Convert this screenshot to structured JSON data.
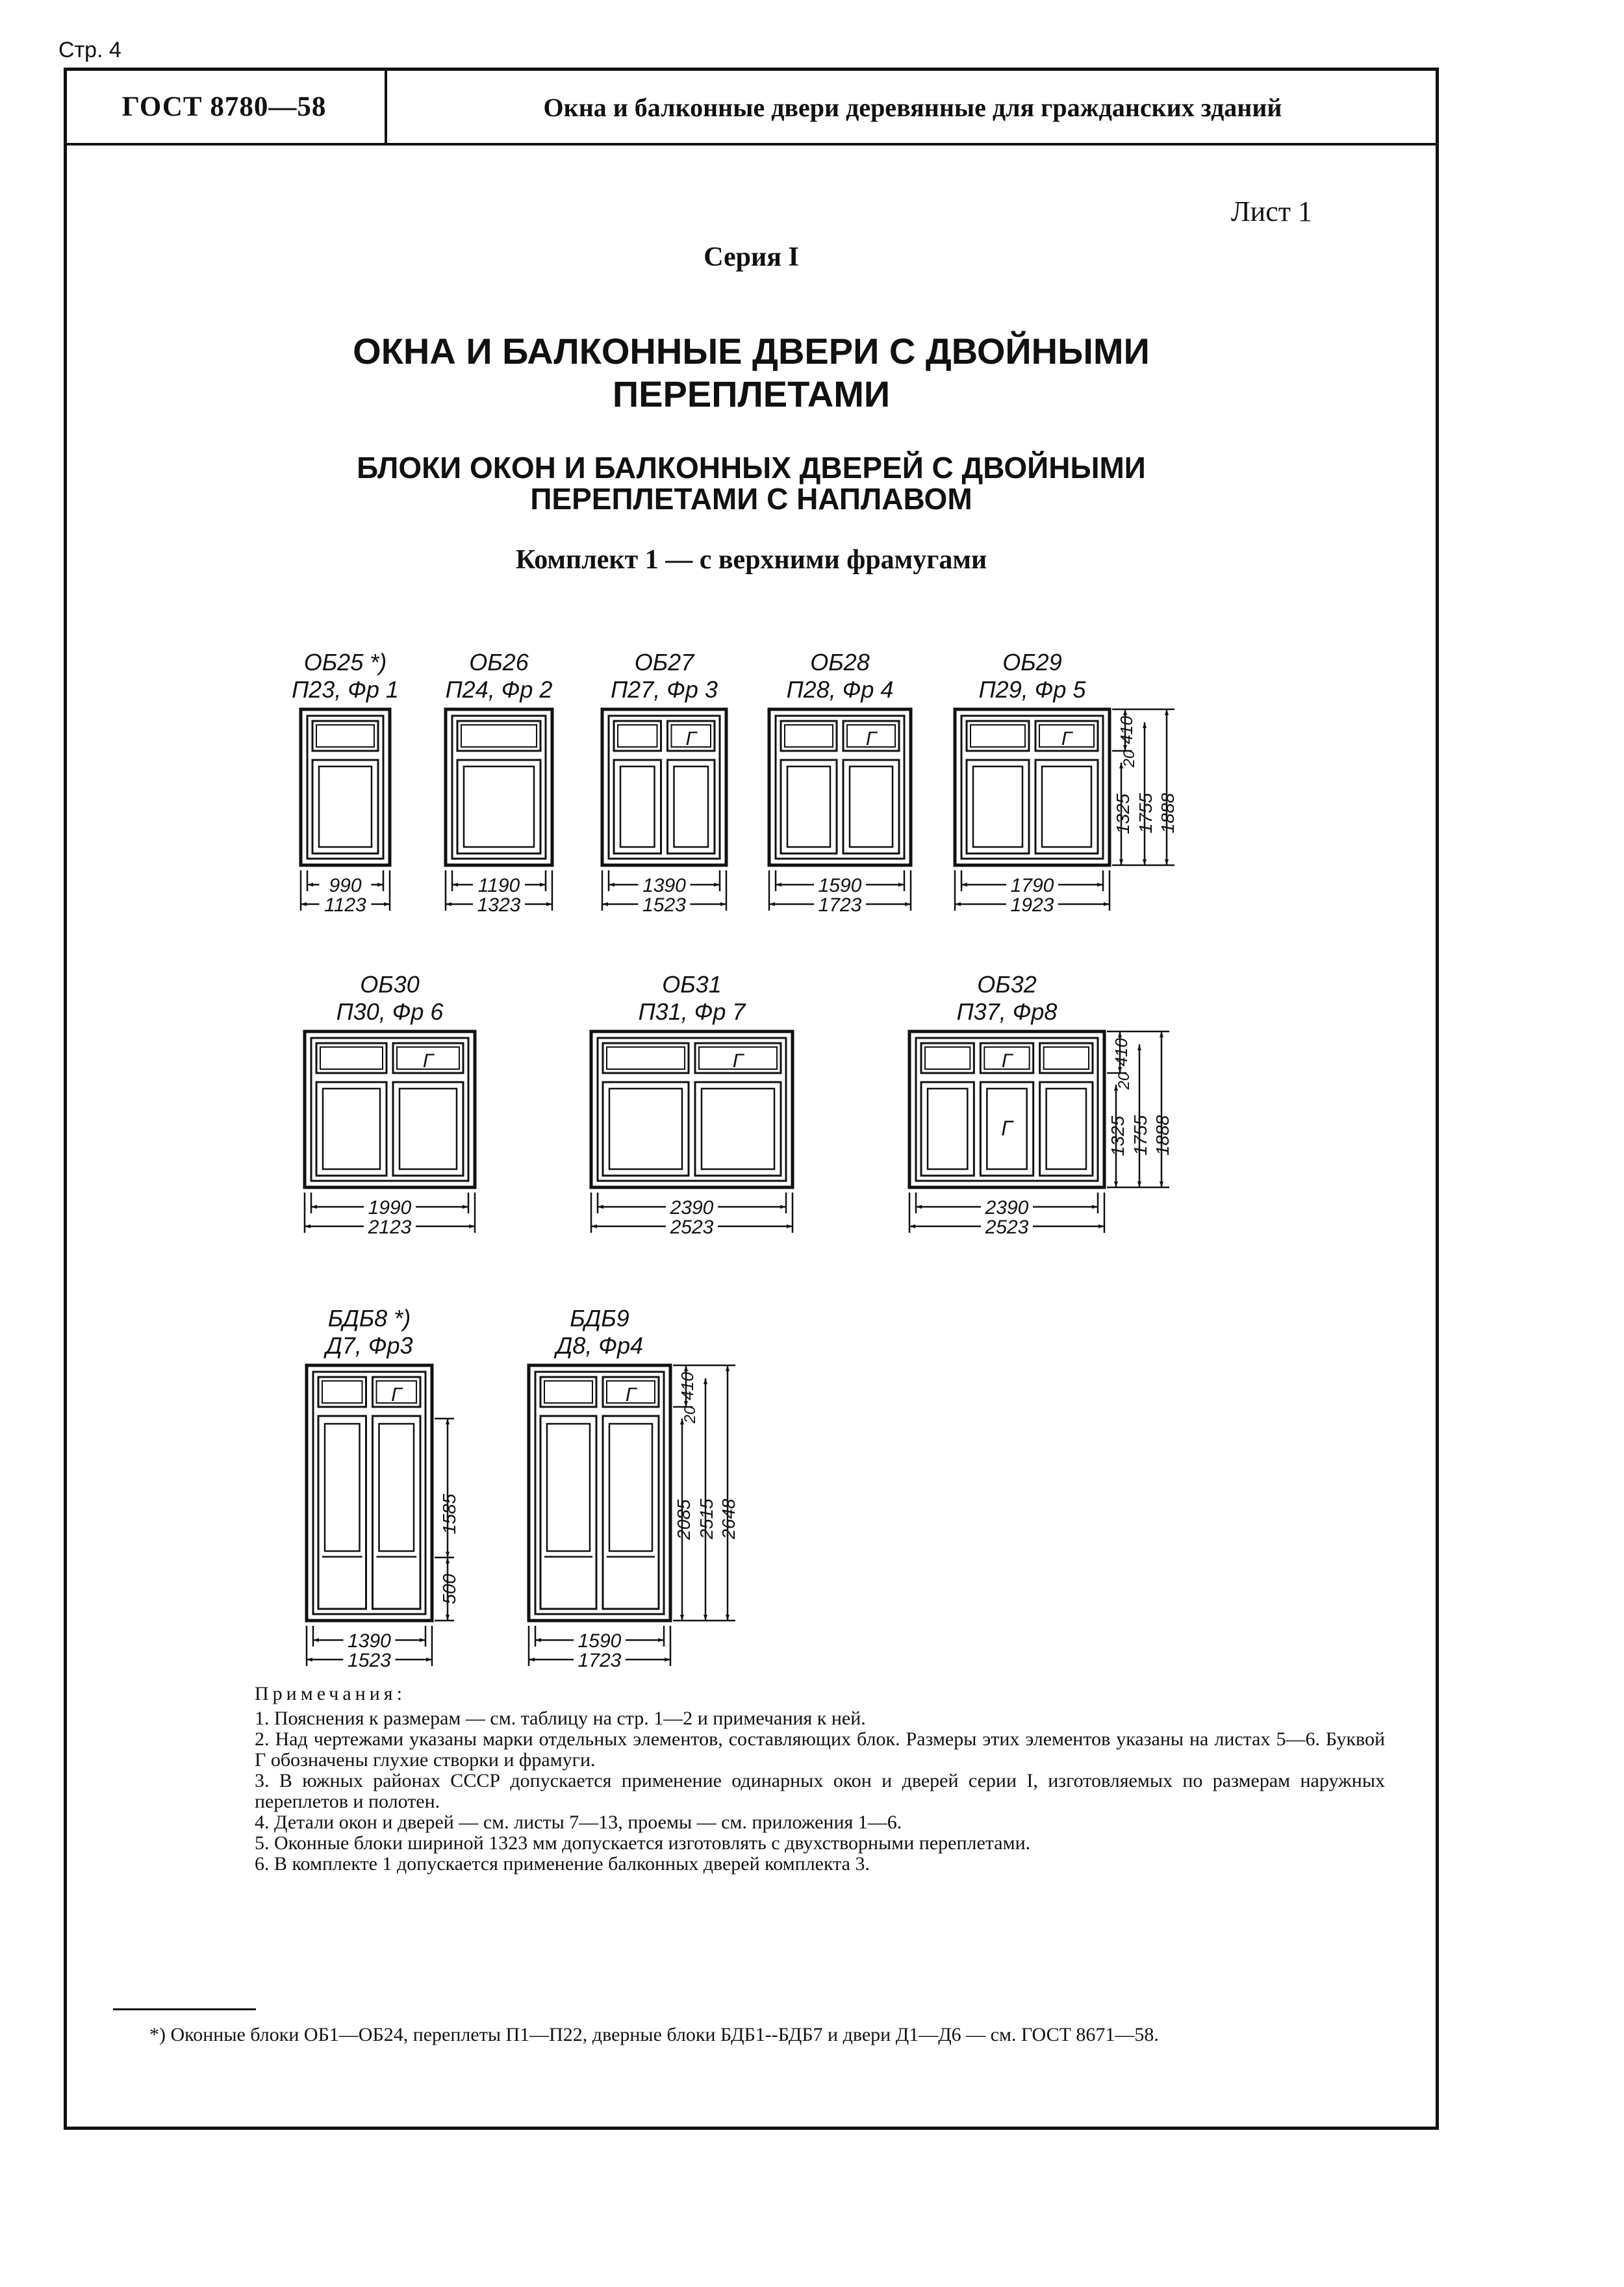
{
  "page_number": "Стр. 4",
  "header": {
    "code": "ГОСТ 8780—58",
    "title": "Окна и балконные двери деревянные для гражданских зданий"
  },
  "sheet_label": "Лист 1",
  "series_label": "Серия I",
  "main_title_1": "ОКНА И БАЛКОННЫЕ ДВЕРИ С ДВОЙНЫМИ",
  "main_title_2": "ПЕРЕПЛЕТАМИ",
  "sub_title_1": "БЛОКИ ОКОН И БАЛКОННЫХ ДВЕРЕЙ С ДВОЙНЫМИ",
  "sub_title_2": "ПЕРЕПЛЕТАМИ С НАПЛАВОМ",
  "set_title": "Комплект 1 — с верхними фрамугами",
  "glass_mark": "Г",
  "blocks": [
    {
      "id": "ob25",
      "mark": "ОБ25 *)",
      "parts": "П23, Фр 1",
      "inner": "990",
      "outer": "1123"
    },
    {
      "id": "ob26",
      "mark": "ОБ26",
      "parts": "П24, Фр 2",
      "inner": "1190",
      "outer": "1323"
    },
    {
      "id": "ob27",
      "mark": "ОБ27",
      "parts": "П27, Фр 3",
      "inner": "1390",
      "outer": "1523"
    },
    {
      "id": "ob28",
      "mark": "ОБ28",
      "parts": "П28, Фр 4",
      "inner": "1590",
      "outer": "1723"
    },
    {
      "id": "ob29",
      "mark": "ОБ29",
      "parts": "П29, Фр 5",
      "inner": "1790",
      "outer": "1923"
    },
    {
      "id": "ob30",
      "mark": "ОБ30",
      "parts": "П30, Фр 6",
      "inner": "1990",
      "outer": "2123"
    },
    {
      "id": "ob31",
      "mark": "ОБ31",
      "parts": "П31, Фр 7",
      "inner": "2390",
      "outer": "2523"
    },
    {
      "id": "ob32",
      "mark": "ОБ32",
      "parts": "П37, Фр8",
      "inner": "2390",
      "outer": "2523"
    },
    {
      "id": "bdb8",
      "mark": "БДБ8 *)",
      "parts": "Д7, Фр3",
      "inner": "1390",
      "outer": "1523"
    },
    {
      "id": "bdb9",
      "mark": "БДБ9",
      "parts": "Д8, Фр4",
      "inner": "1590",
      "outer": "1723"
    }
  ],
  "window_heights": {
    "top": "410",
    "gap": "20",
    "sash": "1325",
    "inner": "1755",
    "outer": "1888"
  },
  "door_heights": {
    "upper": "1585",
    "lower": "500",
    "top": "410",
    "gap": "20",
    "sash": "2085",
    "inner": "2515",
    "outer": "2648"
  },
  "notes": {
    "heading": "Примечания:",
    "items": [
      "1. Пояснения к размерам — см. таблицу на стр. 1—2 и примечания к ней.",
      "2. Над чертежами указаны марки отдельных элементов, составляющих блок. Размеры этих элементов указаны на листах 5—6. Буквой Г обозначены глухие створки и фрамуги.",
      "3. В южных районах СССР допускается применение одинарных окон и дверей серии I, изготовляемых по размерам наружных переплетов и полотен.",
      "4. Детали окон и дверей — см. листы 7—13, проемы — см. приложения 1—6.",
      "5. Оконные блоки шириной 1323 мм допускается изготовлять с двухстворными переплетами.",
      "6. В комплекте 1 допускается применение балконных дверей комплекта 3."
    ]
  },
  "footnote": "*) Оконные блоки ОБ1—ОБ24, переплеты П1—П22, дверные блоки БДБ1--БДБ7 и двери Д1—Д6 — см. ГОСТ 8671—58."
}
